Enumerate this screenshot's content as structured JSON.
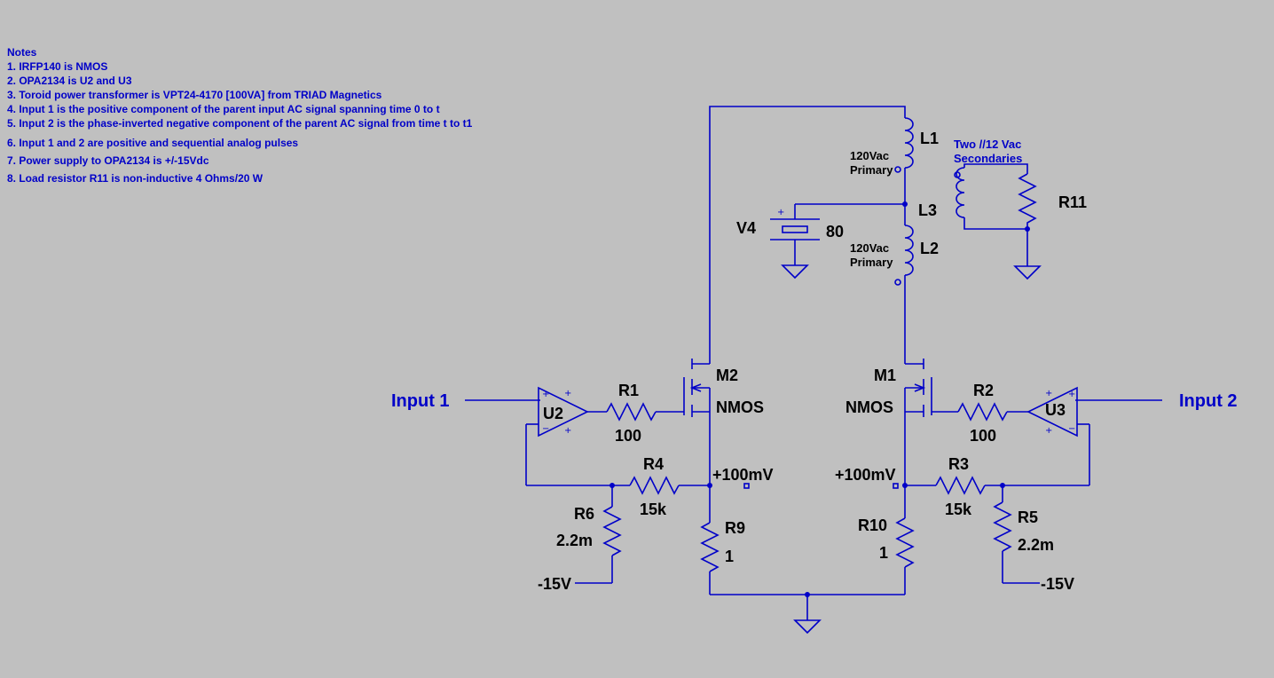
{
  "notes": {
    "title": "Notes",
    "items": [
      "1. IRFP140 is NMOS",
      "2. OPA2134 is U2 and U3",
      "3. Toroid power transformer is VPT24-4170 [100VA] from TRIAD Magnetics",
      "4. Input 1 is the positive component of the parent input AC signal spanning time 0 to t",
      "5. Input 2 is the phase-inverted negative component of the parent AC signal from time t to t1",
      "6. Input 1 and 2 are positive and sequential analog pulses",
      "7. Power supply to OPA2134 is +/-15Vdc",
      "8. Load resistor R11 is non-inductive 4 Ohms/20 W"
    ]
  },
  "labels": {
    "input1": "Input 1",
    "input2": "Input 2",
    "u2": "U2",
    "u3": "U3",
    "r1": "R1",
    "r1_val": "100",
    "r2": "R2",
    "r2_val": "100",
    "r3": "R3",
    "r3_val": "15k",
    "r4": "R4",
    "r4_val": "15k",
    "r5": "R5",
    "r5_val": "2.2m",
    "r6": "R6",
    "r6_val": "2.2m",
    "r9": "R9",
    "r9_val": "1",
    "r10": "R10",
    "r10_val": "1",
    "r11": "R11",
    "m1": "M1",
    "m1_type": "NMOS",
    "m2": "M2",
    "m2_type": "NMOS",
    "l1": "L1",
    "l2": "L2",
    "l3": "L3",
    "v4": "V4",
    "v4_val": "80",
    "primary1_a": "120Vac",
    "primary1_b": "Primary",
    "primary2_a": "120Vac",
    "primary2_b": "Primary",
    "secondary_a": "Two //12 Vac",
    "secondary_b": "Secondaries",
    "left_source_voltage": "+100mV",
    "right_source_voltage": "+100mV",
    "neg_supply_left": "-15V",
    "neg_supply_right": "-15V"
  },
  "colors": {
    "background": "#c0c0c0",
    "wire": "#0000c8",
    "component_label": "#000000"
  }
}
